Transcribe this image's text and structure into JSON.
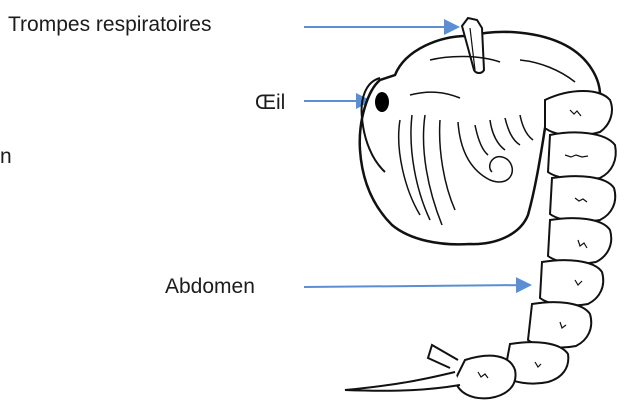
{
  "labels": {
    "trompes": "Trompes respiratoires",
    "oeil": "Œil",
    "abdomen": "Abdomen",
    "cut_fragment": "n"
  },
  "colors": {
    "arrow": "#5b8fd1",
    "outline": "#111111",
    "text": "#1c1c1c"
  }
}
